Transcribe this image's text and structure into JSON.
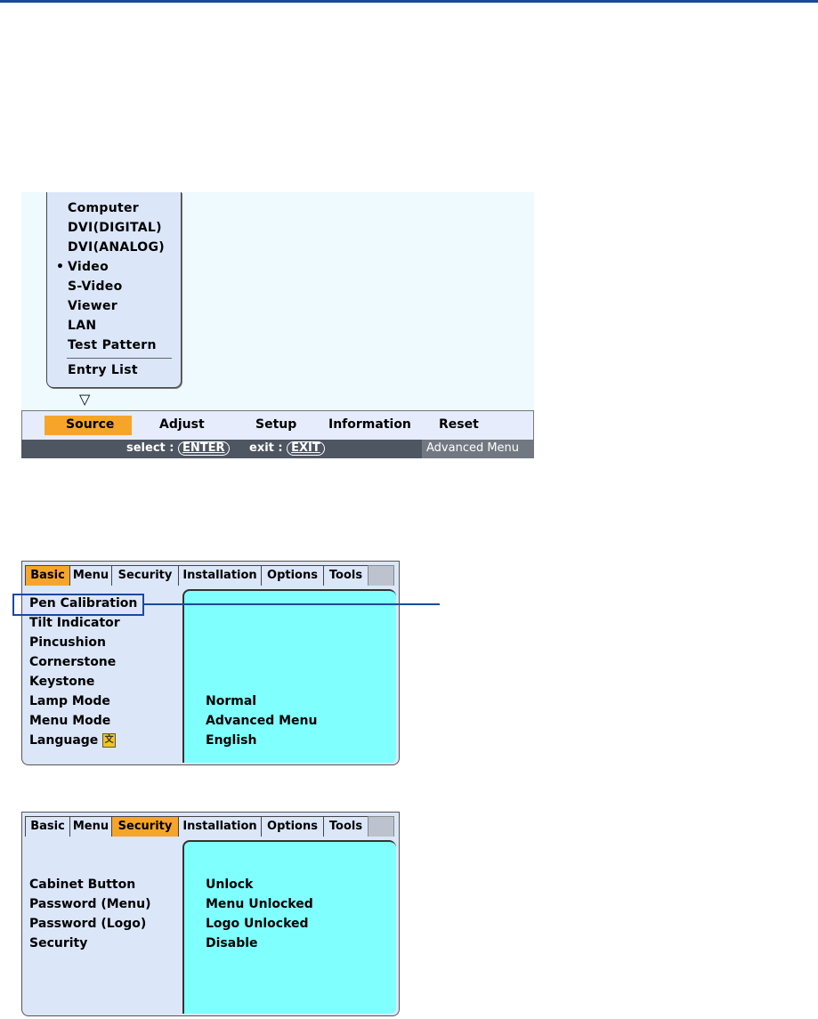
{
  "source_menu": {
    "popup_items": [
      {
        "label": "Computer",
        "selected": false
      },
      {
        "label": "DVI(DIGITAL)",
        "selected": false
      },
      {
        "label": "DVI(ANALOG)",
        "selected": false
      },
      {
        "label": "Video",
        "selected": true
      },
      {
        "label": "S-Video",
        "selected": false
      },
      {
        "label": "Viewer",
        "selected": false
      },
      {
        "label": "LAN",
        "selected": false
      },
      {
        "label": "Test Pattern",
        "selected": false
      }
    ],
    "bullet": "•",
    "entry_list": "Entry List",
    "arrow": "▽",
    "menubar": [
      "Source",
      "Adjust",
      "Setup",
      "Information",
      "Reset"
    ],
    "active_menu": "Source",
    "status": {
      "select_label": "select :",
      "select_key": "ENTER",
      "exit_label": "exit :",
      "exit_key": "EXIT",
      "mode": "Advanced Menu"
    }
  },
  "tabs": [
    "Basic",
    "Menu",
    "Security",
    "Installation",
    "Options",
    "Tools"
  ],
  "basic_dialog": {
    "active_tab": "Basic",
    "items": [
      "Pen Calibration",
      "Tilt Indicator",
      "Pincushion",
      "Cornerstone",
      "Keystone",
      "Lamp Mode",
      "Menu Mode",
      "Language"
    ],
    "values": {
      "lamp_mode": "Normal",
      "menu_mode": "Advanced Menu",
      "language": "English"
    }
  },
  "security_dialog": {
    "active_tab": "Security",
    "items": [
      "Cabinet Button",
      "Password (Menu)",
      "Password (Logo)",
      "Security"
    ],
    "values": [
      "Unlock",
      "Menu Unlocked",
      "Logo Unlocked",
      "Disable"
    ]
  },
  "colors": {
    "accent": "#f6a52a",
    "panel": "#dbe6f9",
    "value_pane": "#80ffff",
    "statusbar": "#4e5662",
    "callout": "#1a4a9c"
  }
}
